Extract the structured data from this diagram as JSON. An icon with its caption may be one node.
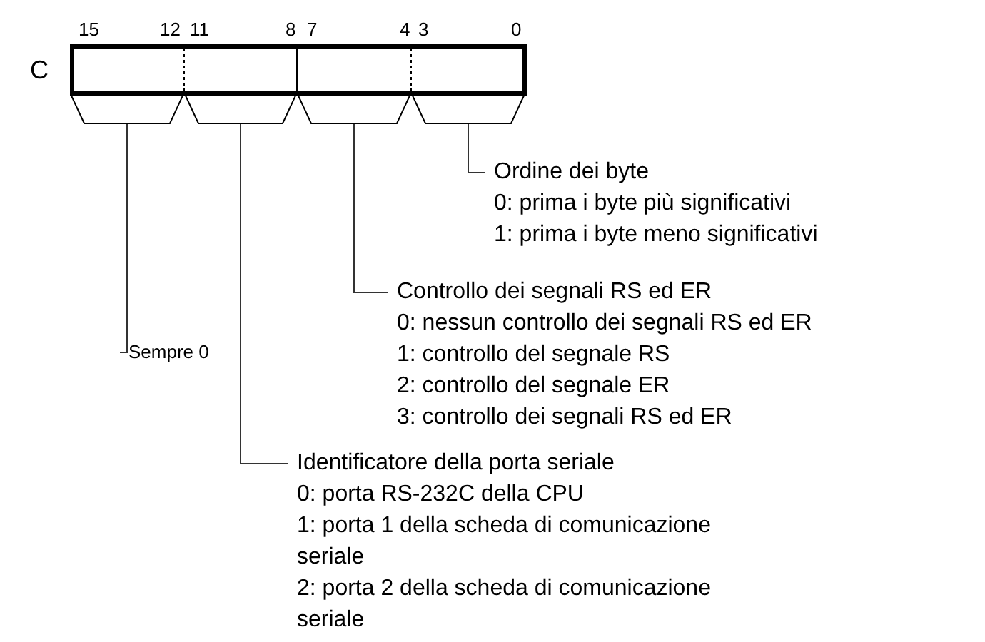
{
  "diagram": {
    "nodes": [
      {
        "text": [],
        "shape": "box",
        "beside": [
          "C"
        ]
      },
      {
        "text": [],
        "shape": "trapezoid"
      },
      {
        "text": [],
        "shape": "trapezoid"
      },
      {
        "text": [],
        "shape": "trapezoid"
      },
      {
        "text": [],
        "shape": "trapezoid"
      },
      {
        "text": [
          "Ordine dei byte",
          "0: prima i byte più significativi",
          "1: prima i byte meno significativi"
        ]
      },
      {
        "text": [
          "Controllo dei segnali RS ed ER",
          "0: nessun controllo dei segnali RS ed ER",
          "1: controllo del segnale RS",
          "2: controllo del segnale ER",
          "3: controllo dei segnali RS ed ER"
        ]
      },
      {
        "text": [
          "Sempre 0"
        ]
      },
      {
        "text": [
          "Identificatore della porta seriale",
          "0: porta RS-232C della CPU",
          "1: porta 1 della scheda di comunicazione seriale",
          "2: porta 2 della scheda di comunicazione seriale"
        ]
      }
    ],
    "edges": [
      {
        "from": 1,
        "to": 7,
        "arrow": "none"
      },
      {
        "from": 2,
        "to": 8,
        "arrow": "none"
      },
      {
        "from": 3,
        "to": 6,
        "arrow": "none"
      },
      {
        "from": 4,
        "to": 5,
        "arrow": "none"
      }
    ],
    "labels": [
      "15",
      "12",
      "11",
      "8",
      "7",
      "4",
      "3",
      "0"
    ]
  }
}
